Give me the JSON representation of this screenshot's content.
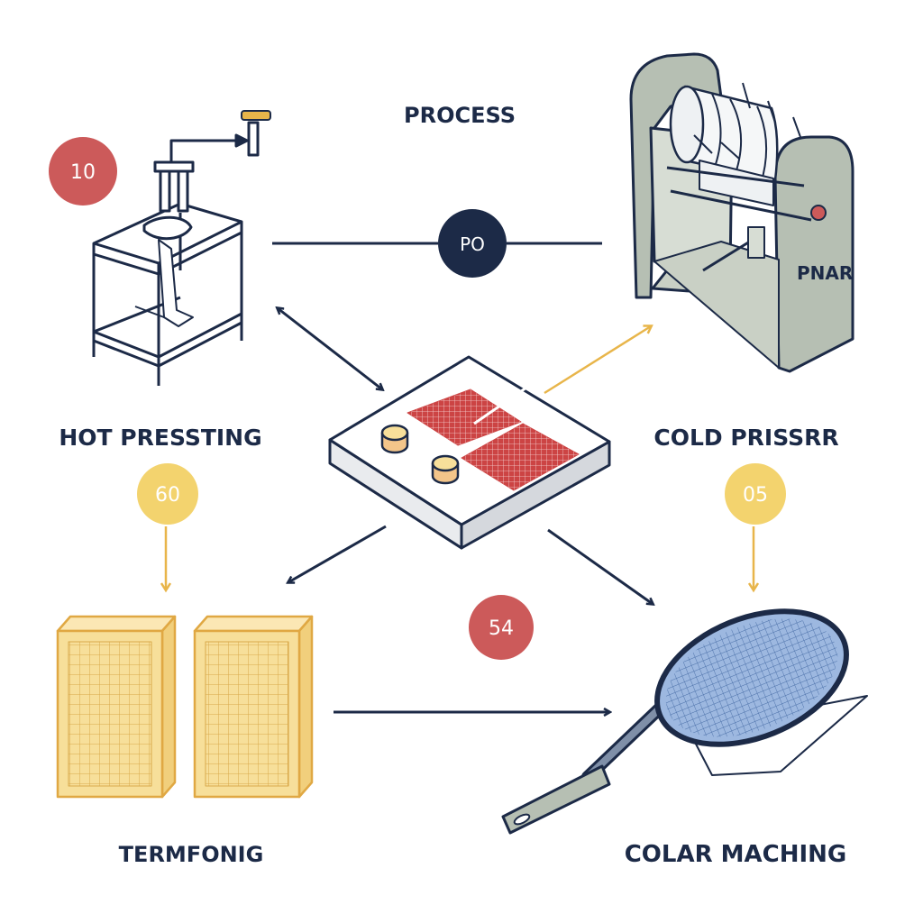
{
  "title": "PROCESS",
  "center_badge": "PO",
  "badges": {
    "top_left": "10",
    "hot_pressing": "60",
    "cold_press": "05",
    "middle": "54"
  },
  "labels": {
    "hot_pressing": "HOT PRESSTING",
    "cold_press": "COLD PRISSRR",
    "termfonig": "TERMFONIG",
    "colar_maching": "COLAR MACHING",
    "machine_plate": "PNAR"
  },
  "colors": {
    "navy": "#1c2a47",
    "red": "#cc5a5a",
    "gold": "#f3d36e",
    "amber": "#e8b54a",
    "grey_green": "#b6bfb3",
    "cream": "#f7df9a",
    "blue": "#7f9fcf"
  }
}
